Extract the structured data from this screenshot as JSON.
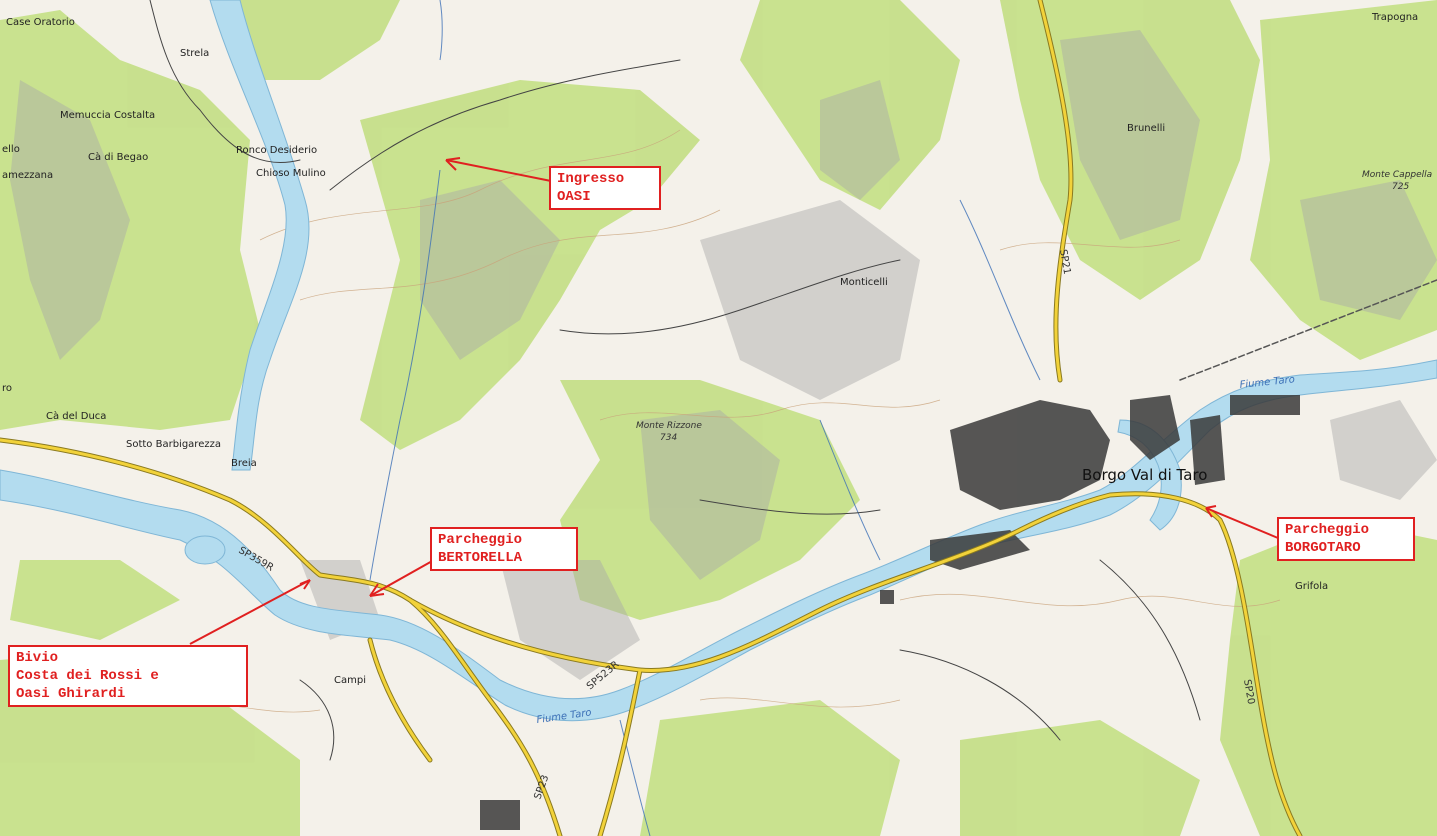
{
  "map": {
    "colors": {
      "background": "#f4f1ea",
      "forest": "#c6e08a",
      "hillshade": "#a9a9a9",
      "water": "#b3dcef",
      "river_line": "#3b6fb6",
      "road_main": "#f2d23a",
      "road_casing": "#8a7a20",
      "contour": "#c9a27a",
      "callout": "#e02020"
    },
    "places": [
      {
        "name": "Case Oratorio"
      },
      {
        "name": "Strela"
      },
      {
        "name": "Memuccia Costalta"
      },
      {
        "name": "ello"
      },
      {
        "name": "Cà di Begao"
      },
      {
        "name": "amezzana"
      },
      {
        "name": "Ronco Desiderio"
      },
      {
        "name": "Chioso Mulino"
      },
      {
        "name": "Brunelli"
      },
      {
        "name": "Trapogna"
      },
      {
        "name": "Monticelli"
      },
      {
        "name": "Cà del Duca"
      },
      {
        "name": "Sotto Barbigarezza"
      },
      {
        "name": "Breia"
      },
      {
        "name": "ro"
      },
      {
        "name": "Campi"
      },
      {
        "name": "Grifola"
      }
    ],
    "town": "Borgo Val di Taro",
    "peaks": [
      {
        "name": "Monte Rizzone",
        "elevation": "734"
      },
      {
        "name": "Monte Cappella",
        "elevation": "725"
      }
    ],
    "rivers": [
      "Fiume Taro",
      "Fiume Taro"
    ],
    "roads": [
      "SP359R",
      "SP523R",
      "SP23",
      "SP20",
      "SP21"
    ]
  },
  "callouts": [
    {
      "id": "oasi",
      "lines": [
        "Ingresso",
        "OASI"
      ]
    },
    {
      "id": "bertorella",
      "lines": [
        "Parcheggio",
        "BERTORELLA"
      ]
    },
    {
      "id": "borgotaro",
      "lines": [
        "Parcheggio",
        "BORGOTARO"
      ]
    },
    {
      "id": "bivio",
      "lines": [
        "Bivio",
        "Costa dei Rossi e",
        "Oasi Ghirardi"
      ]
    }
  ]
}
